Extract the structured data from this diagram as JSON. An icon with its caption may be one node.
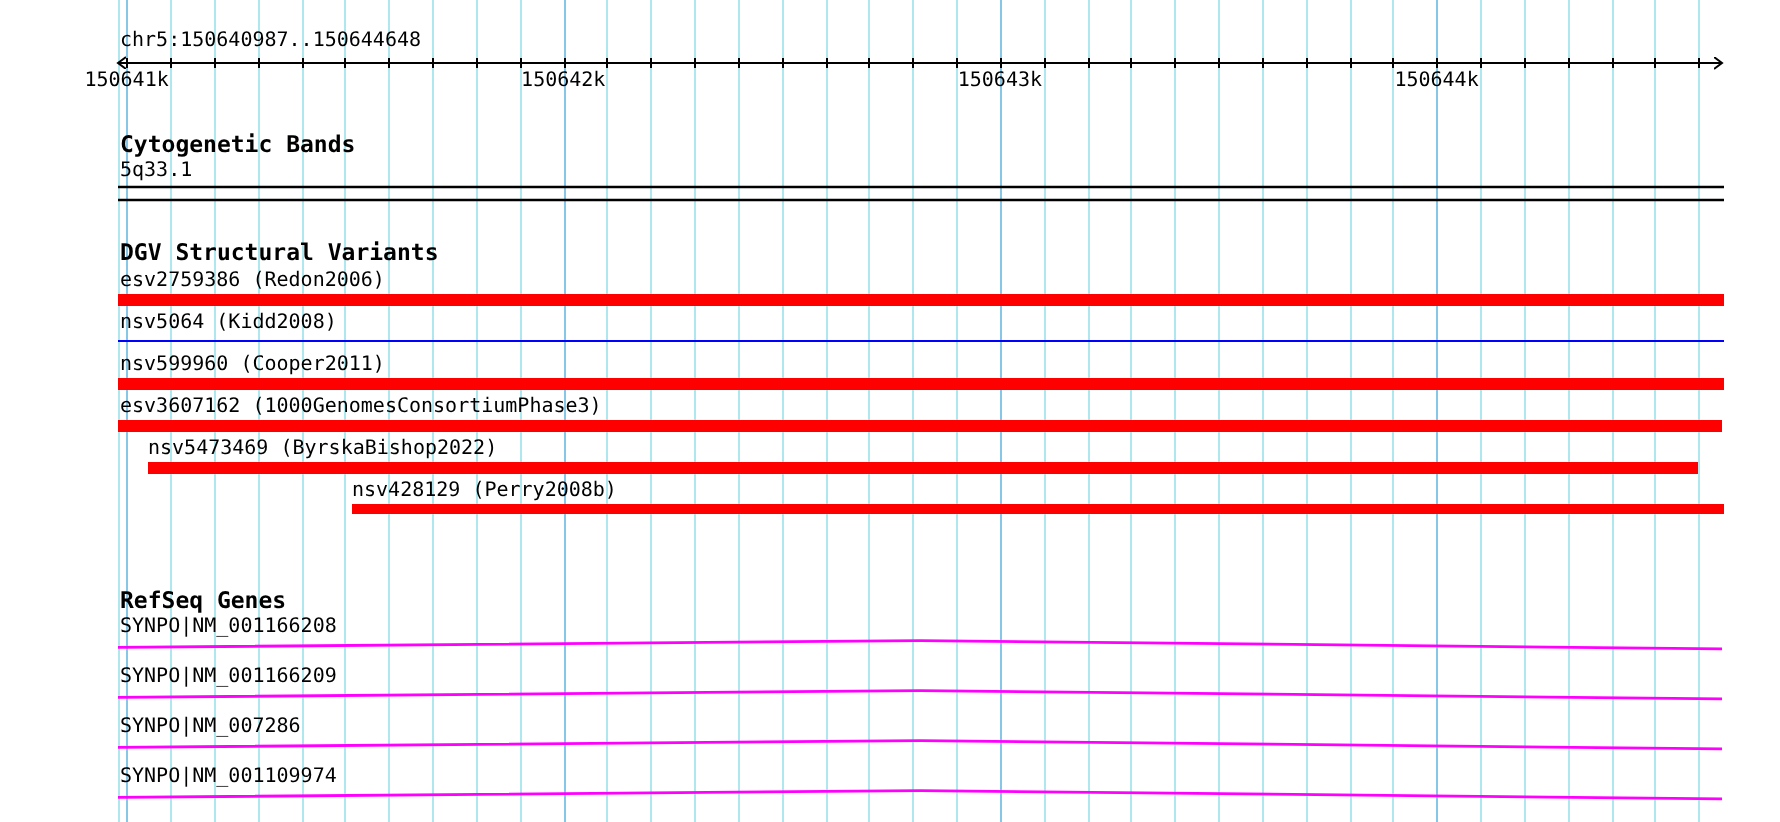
{
  "diagram": {
    "title": "chr5:150640987..150644648",
    "labels": [
      "150641k",
      "150642k",
      "150643k",
      "150644k",
      "Cytogenetic Bands",
      "5q33.1",
      "DGV Structural Variants",
      "esv2759386 (Redon2006)",
      "nsv5064 (Kidd2008)",
      "nsv599960 (Cooper2011)",
      "esv3607162 (1000GenomesConsortiumPhase3)",
      "nsv5473469 (ByrskaBishop2022)",
      "nsv428129 (Perry2008b)",
      "RefSeq Genes",
      "SYNPO|NM_001166208",
      "SYNPO|NM_001166209",
      "SYNPO|NM_007286",
      "SYNPO|NM_001109974"
    ]
  }
}
